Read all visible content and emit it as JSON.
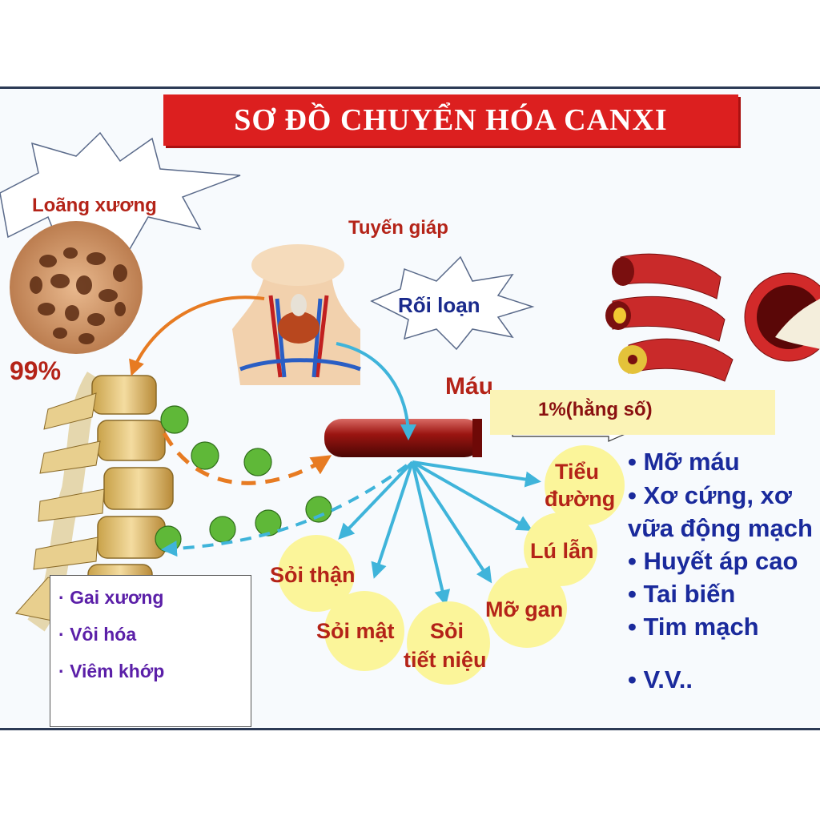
{
  "title": "SƠ ĐỒ CHUYỂN HÓA CANXI",
  "labels": {
    "osteoporosis": "Loãng xương",
    "thyroid": "Tuyến giáp",
    "disorder": "Rối loạn",
    "bone_percent": "99%",
    "blood": "Máu",
    "constant": "1%(hằng số)"
  },
  "outcomes": {
    "kidney_stones": "Sỏi thận",
    "gallstones": "Sỏi mật",
    "urinary_stones_line1": "Sỏi",
    "urinary_stones_line2": "tiết niệu",
    "fatty_liver": "Mỡ gan",
    "dementia": "Lú lẫn",
    "diabetes_line1": "Tiểu",
    "diabetes_line2": "đường"
  },
  "bone_conditions": [
    "Gai xương",
    "Vôi hóa",
    "Viêm khớp"
  ],
  "vascular_conditions": [
    "Mỡ máu",
    "Xơ cứng, xơ",
    "vữa động mạch",
    "Huyết áp cao",
    "Tai biến",
    "Tim mạch",
    "V.V.."
  ],
  "colors": {
    "title_bg": "#dc1f1f",
    "arrow_blue": "#3fb4da",
    "arrow_orange": "#e77b22",
    "bubble": "#fbf59a",
    "bullet_text": "#1a2a9c"
  }
}
